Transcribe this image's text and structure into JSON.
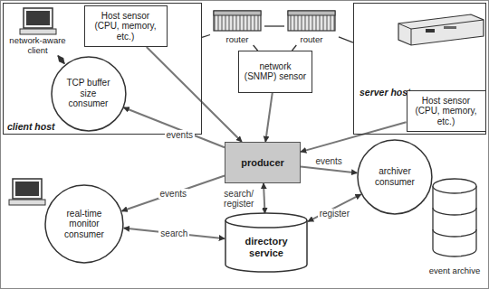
{
  "diagram": {
    "nodes": [
      {
        "text": [
          "client host"
        ]
      },
      {
        "text": [
          "Host sensor (CPU, memory, etc.)"
        ],
        "in": 0
      },
      {
        "text": [
          "network-aware client"
        ],
        "in": 0
      },
      {
        "text": [
          "TCP buffer size consumer"
        ],
        "in": 0
      },
      {
        "text": [
          "router"
        ]
      },
      {
        "text": [
          "router"
        ]
      },
      {
        "text": [
          "network (SNMP) sensor"
        ]
      },
      {
        "text": [
          "server host"
        ]
      },
      {
        "text": [
          "Host sensor (CPU, memory, etc.)"
        ],
        "in": 7
      },
      {
        "text": [
          "producer"
        ]
      },
      {
        "text": [
          "real-time monitor consumer"
        ]
      },
      {
        "text": [
          "directory service"
        ]
      },
      {
        "text": [
          "archiver consumer"
        ]
      },
      {
        "text": [
          "event archive"
        ]
      }
    ],
    "edges": [
      {
        "from": 2,
        "to": 3,
        "arrow": "both"
      },
      {
        "from": 0,
        "to": 4,
        "arrow": "none"
      },
      {
        "from": 4,
        "to": 5,
        "arrow": "none"
      },
      {
        "from": 5,
        "to": 7,
        "arrow": "none"
      },
      {
        "from": 6,
        "to": 4,
        "arrow": "none"
      },
      {
        "from": 6,
        "to": 5,
        "arrow": "none"
      },
      {
        "from": 1,
        "to": 9,
        "arrow": "to"
      },
      {
        "from": 6,
        "to": 9,
        "arrow": "to"
      },
      {
        "from": 8,
        "to": 9,
        "arrow": "to"
      },
      {
        "from": 9,
        "to": 3,
        "label": "events",
        "arrow": "to"
      },
      {
        "from": 9,
        "to": 10,
        "label": "events",
        "arrow": "to"
      },
      {
        "from": 9,
        "to": 12,
        "label": "events",
        "arrow": "to"
      },
      {
        "from": 9,
        "to": 11,
        "label": "search/ register",
        "arrow": "both"
      },
      {
        "from": 10,
        "to": 11,
        "label": "search",
        "arrow": "both"
      },
      {
        "from": 12,
        "to": 11,
        "label": "register",
        "arrow": "both"
      },
      {
        "from": 12,
        "to": 13,
        "arrow": "none"
      }
    ]
  }
}
